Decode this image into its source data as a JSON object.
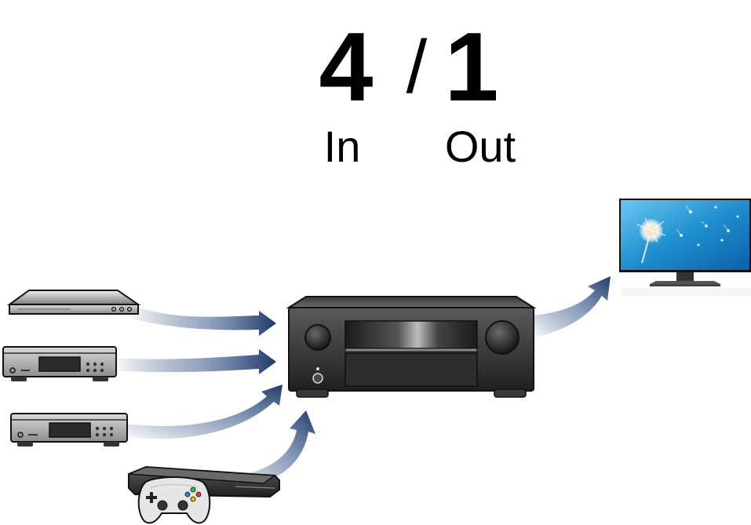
{
  "header": {
    "inputs_count": "4",
    "separator": "/",
    "outputs_count": "1",
    "inputs_label": "In",
    "outputs_label": "Out"
  },
  "devices": {
    "sources": [
      {
        "icon": "blu-ray-player-icon"
      },
      {
        "icon": "cd-player-icon"
      },
      {
        "icon": "media-player-icon"
      },
      {
        "icon": "game-console-icon"
      }
    ],
    "hub": {
      "icon": "av-receiver-icon"
    },
    "output": {
      "icon": "television-icon"
    }
  },
  "colors": {
    "arrow": "#1e3a6a",
    "device_dark": "#2b2b2b",
    "tv_sky": "#1f8fd0"
  }
}
